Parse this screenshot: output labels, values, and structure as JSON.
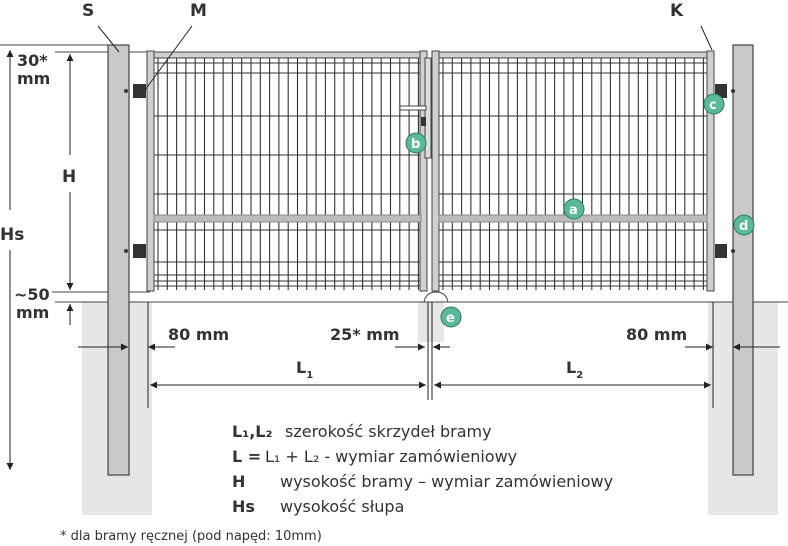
{
  "labels": {
    "S": "S",
    "M": "M",
    "K": "K"
  },
  "dimensions": {
    "top_gap": "30*",
    "top_gap_unit": "mm",
    "H": "H",
    "Hs": "Hs",
    "ground_gap": "~50",
    "ground_gap_unit": "mm",
    "left_gap": "80 mm",
    "center_gap": "25* mm",
    "right_gap": "80 mm",
    "L1": "L",
    "L1_sub": "1",
    "L2": "L",
    "L2_sub": "2"
  },
  "badges": {
    "a": "a",
    "b": "b",
    "c": "c",
    "d": "d",
    "e": "e"
  },
  "legend": [
    {
      "key": "L₁,L₂",
      "text": "szerokość skrzydeł bramy"
    },
    {
      "key": "L =",
      "text": "L₁ + L₂ - wymiar zamówieniowy"
    },
    {
      "key": "H",
      "text": "wysokość bramy – wymiar zamówieniowy"
    },
    {
      "key": "Hs",
      "text": "wysokość słupa"
    }
  ],
  "footnote": "* dla bramy ręcznej (pod napęd: 10mm)",
  "colors": {
    "badge": "#5bb89a",
    "post": "#c9c9c9",
    "foundation": "#e6e6e6",
    "line": "#333333"
  }
}
